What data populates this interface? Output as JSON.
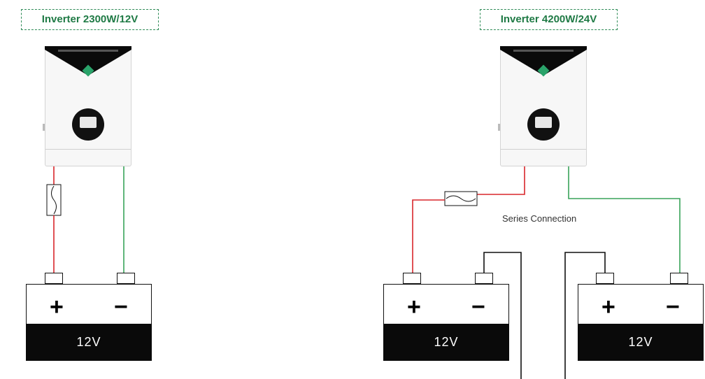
{
  "left": {
    "title": "Inverter 2300W/12V",
    "battery_voltage": "12V",
    "plus": "+",
    "minus": "−"
  },
  "right": {
    "title": "Inverter 4200W/24V",
    "caption": "Series Connection",
    "battery1_voltage": "12V",
    "battery2_voltage": "12V",
    "plus": "+",
    "minus": "−"
  },
  "colors": {
    "positive_wire": "#d9262b",
    "negative_wire": "#39a35a",
    "label_border": "#2e8b57",
    "jumper_wire": "#111111"
  }
}
